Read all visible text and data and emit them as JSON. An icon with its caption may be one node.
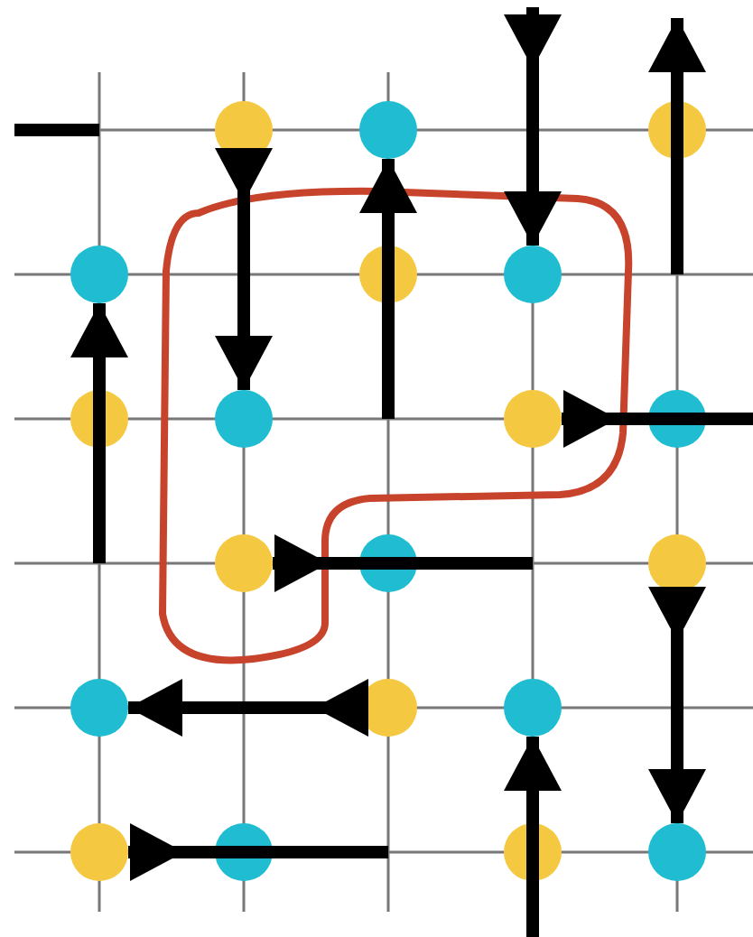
{
  "diagram": {
    "nodes": [
      {
        "text": [],
        "shape": "circle"
      },
      {
        "text": [],
        "shape": "circle"
      },
      {
        "text": [],
        "shape": "circle"
      },
      {
        "text": [],
        "shape": "circle"
      },
      {
        "text": [],
        "shape": "circle"
      },
      {
        "text": [],
        "shape": "circle"
      },
      {
        "text": [],
        "shape": "circle"
      },
      {
        "text": [],
        "shape": "circle"
      },
      {
        "text": [],
        "shape": "circle"
      },
      {
        "text": [],
        "shape": "circle"
      },
      {
        "text": [],
        "shape": "circle"
      },
      {
        "text": [],
        "shape": "circle"
      },
      {
        "text": [],
        "shape": "circle"
      },
      {
        "text": [],
        "shape": "circle"
      },
      {
        "text": [],
        "shape": "circle"
      },
      {
        "text": [],
        "shape": "circle"
      },
      {
        "text": [],
        "shape": "circle"
      },
      {
        "text": [],
        "shape": "circle"
      },
      {
        "text": [],
        "shape": "circle"
      },
      {
        "text": [],
        "shape": "circle"
      }
    ],
    "edges": [
      {
        "from": 0,
        "to": 7,
        "arrow": "to"
      },
      {
        "from": null,
        "to": 1,
        "arrow": "to"
      },
      {
        "from": null,
        "to": 5,
        "arrow": "to"
      },
      {
        "from": 2,
        "to": null,
        "arrow": "to"
      },
      {
        "from": null,
        "to": 3,
        "arrow": "to"
      },
      {
        "from": 8,
        "to": null,
        "arrow": "to"
      },
      {
        "from": 10,
        "to": null,
        "arrow": "to"
      },
      {
        "from": 12,
        "to": 19,
        "arrow": "to"
      },
      {
        "from": 14,
        "to": 13,
        "arrow": "to"
      },
      {
        "from": null,
        "to": 15,
        "arrow": "to"
      },
      {
        "from": 16,
        "to": null,
        "arrow": "to"
      }
    ]
  }
}
